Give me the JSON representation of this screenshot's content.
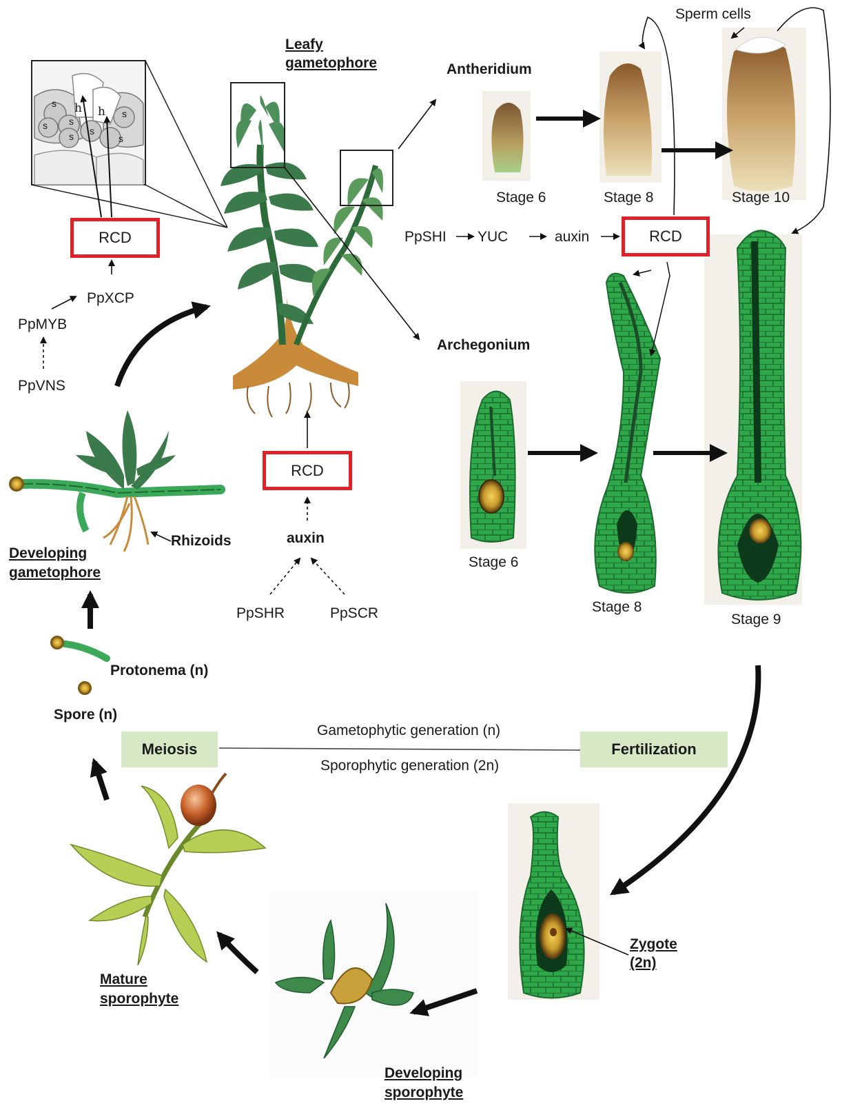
{
  "colors": {
    "rcd_border": "#e02128",
    "cell_green": "#2fa84a",
    "dark_green": "#1d5a2e",
    "box_green": "#d6e8c4",
    "orange_root": "#c98a3a",
    "antheridium_brown": "#b58a4e"
  },
  "labels": {
    "leafy_gametophore_1": "Leafy",
    "leafy_gametophore_2": "gametophore",
    "antheridium": "Antheridium",
    "archegonium": "Archegonium",
    "sperm_cells": "Sperm cells",
    "rhizoids": "Rhizoids",
    "developing_gametophore_1": "Developing",
    "developing_gametophore_2": "gametophore",
    "protonema": "Protonema (n)",
    "spore": "Spore (n)",
    "mature_sporophyte_1": "Mature",
    "mature_sporophyte_2": "sporophyte",
    "developing_sporophyte_1": "Developing",
    "developing_sporophyte_2": "sporophyte",
    "zygote_1": "Zygote",
    "zygote_2": "(2n)"
  },
  "cell_marks": {
    "h": "h",
    "s": "s"
  },
  "pathways": {
    "left": {
      "rcd": "RCD",
      "ppxcp": "PpXCP",
      "ppmyb": "PpMYB",
      "ppvns": "PpVNS"
    },
    "middle": {
      "rcd": "RCD",
      "auxin": "auxin",
      "ppshr": "PpSHR",
      "ppscr": "PpSCR"
    },
    "right": {
      "ppshi": "PpSHI",
      "yuc": "YUC",
      "auxin": "auxin",
      "rcd": "RCD"
    }
  },
  "antheridium_stages": [
    "Stage 6",
    "Stage 8",
    "Stage 10"
  ],
  "archegonium_stages": [
    "Stage 6",
    "Stage 8",
    "Stage 9"
  ],
  "generation": {
    "meiosis": "Meiosis",
    "fertilization": "Fertilization",
    "gametophytic": "Gametophytic generation (n)",
    "sporophytic": "Sporophytic generation (2n)"
  }
}
